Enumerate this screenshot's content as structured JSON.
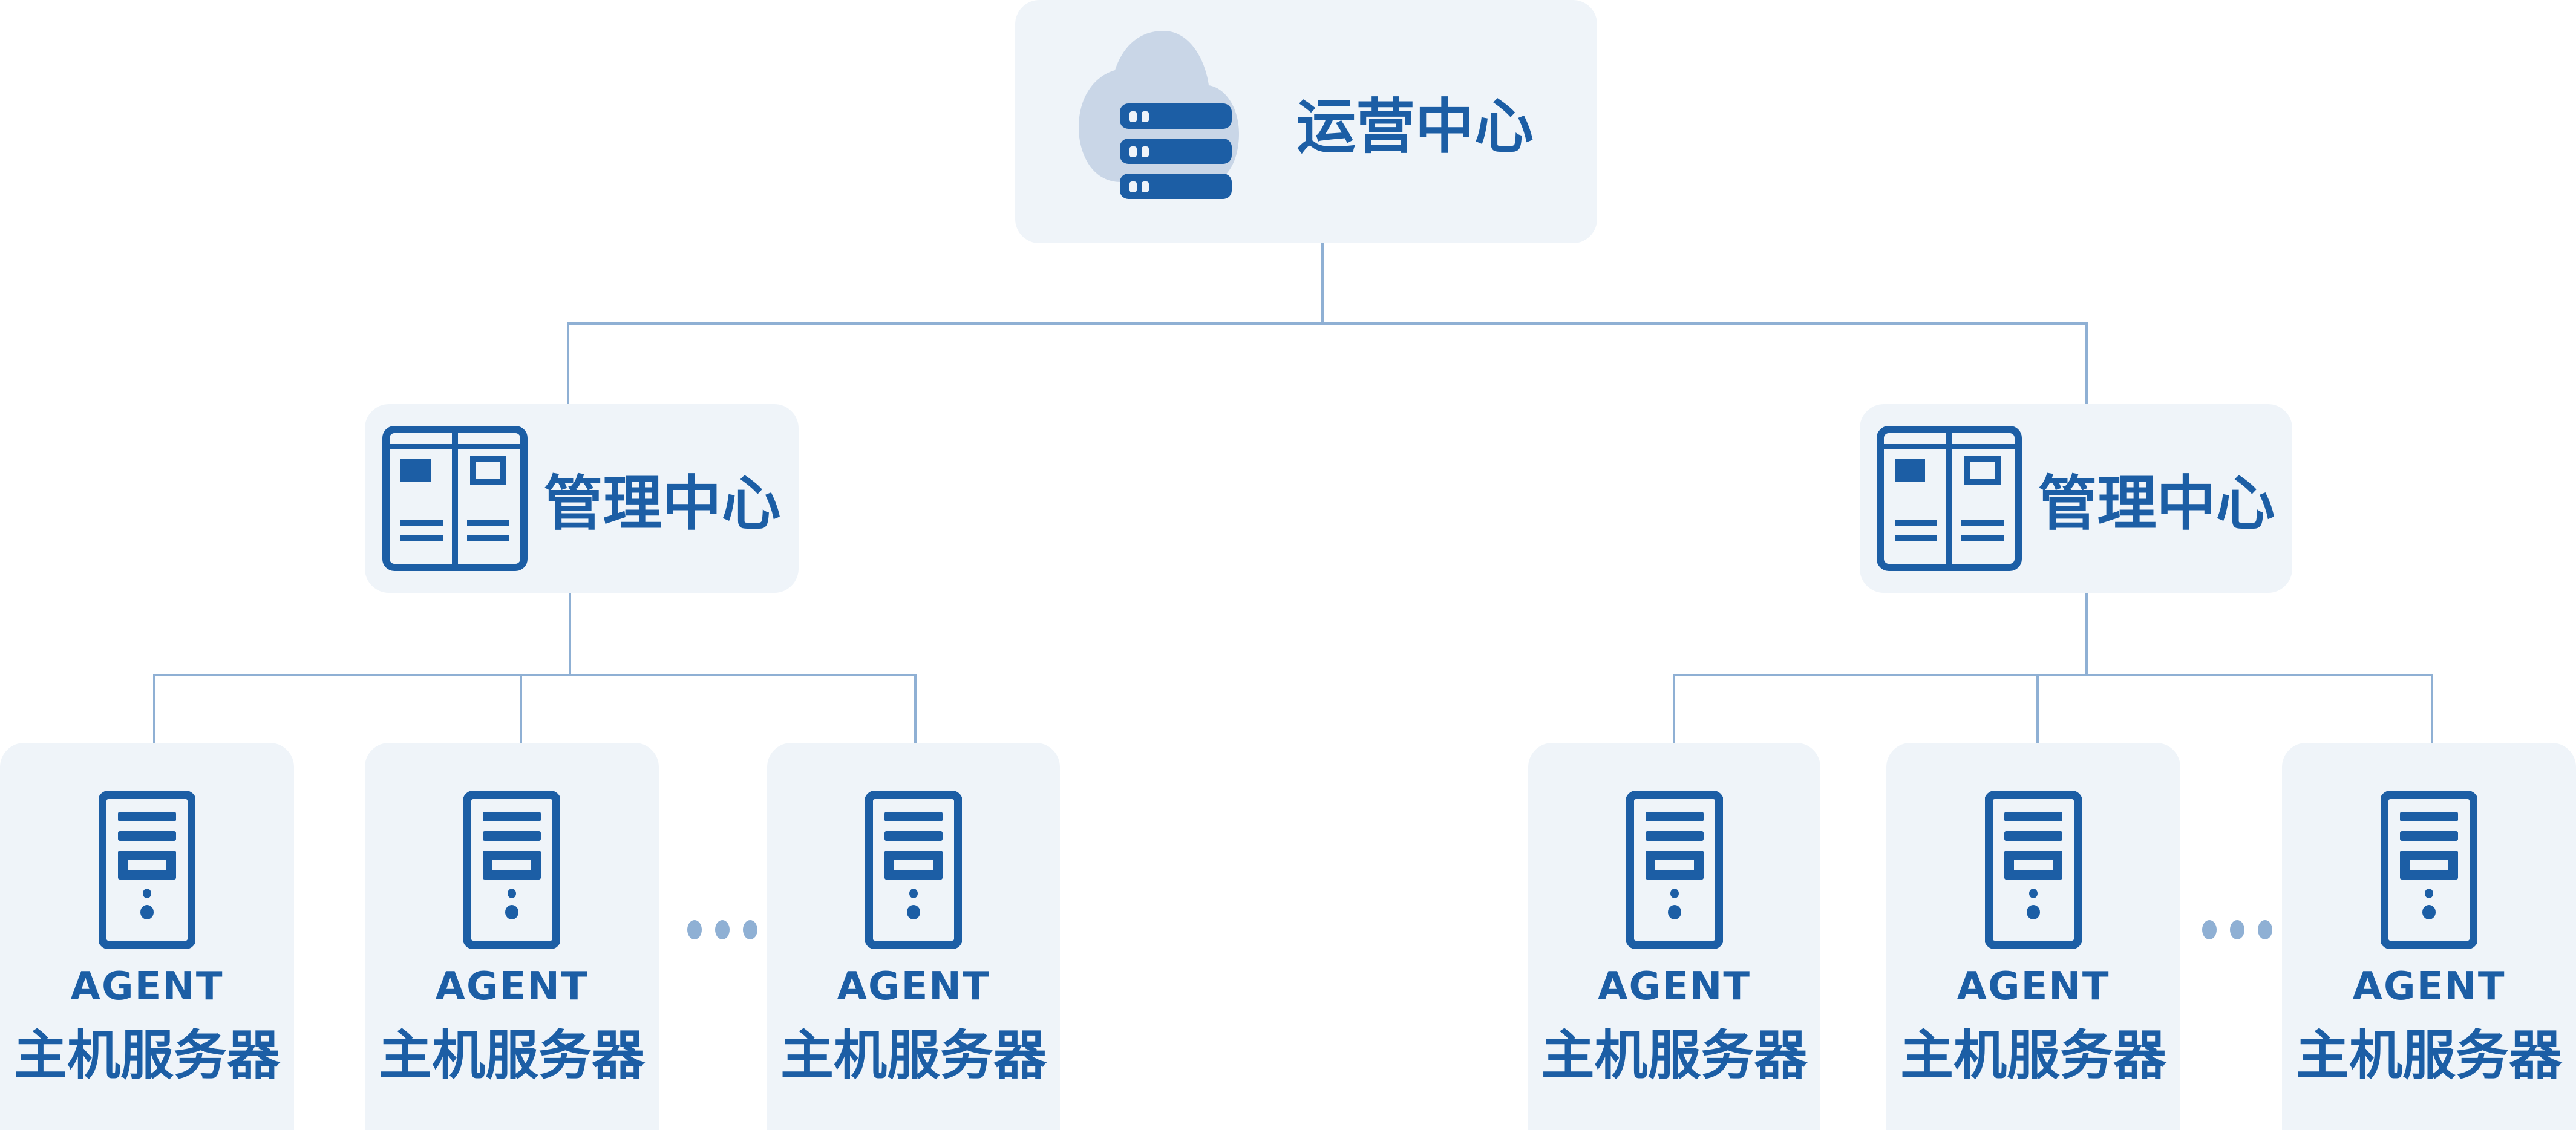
{
  "colors": {
    "primary": "#1c5ea5",
    "box": "#eff4f9",
    "cloud": "#c9d6e7",
    "connector": "#8fb0d4"
  },
  "operations_center": {
    "label": "运营中心",
    "icon": "cloud-server-icon"
  },
  "management_centers": [
    {
      "label": "管理中心",
      "icon": "cabinet-icon"
    },
    {
      "label": "管理中心",
      "icon": "cabinet-icon"
    }
  ],
  "agents": [
    {
      "title": "AGENT",
      "label": "主机服务器"
    },
    {
      "title": "AGENT",
      "label": "主机服务器"
    },
    {
      "title": "AGENT",
      "label": "主机服务器"
    },
    {
      "title": "AGENT",
      "label": "主机服务器"
    },
    {
      "title": "AGENT",
      "label": "主机服务器"
    },
    {
      "title": "AGENT",
      "label": "主机服务器"
    }
  ]
}
